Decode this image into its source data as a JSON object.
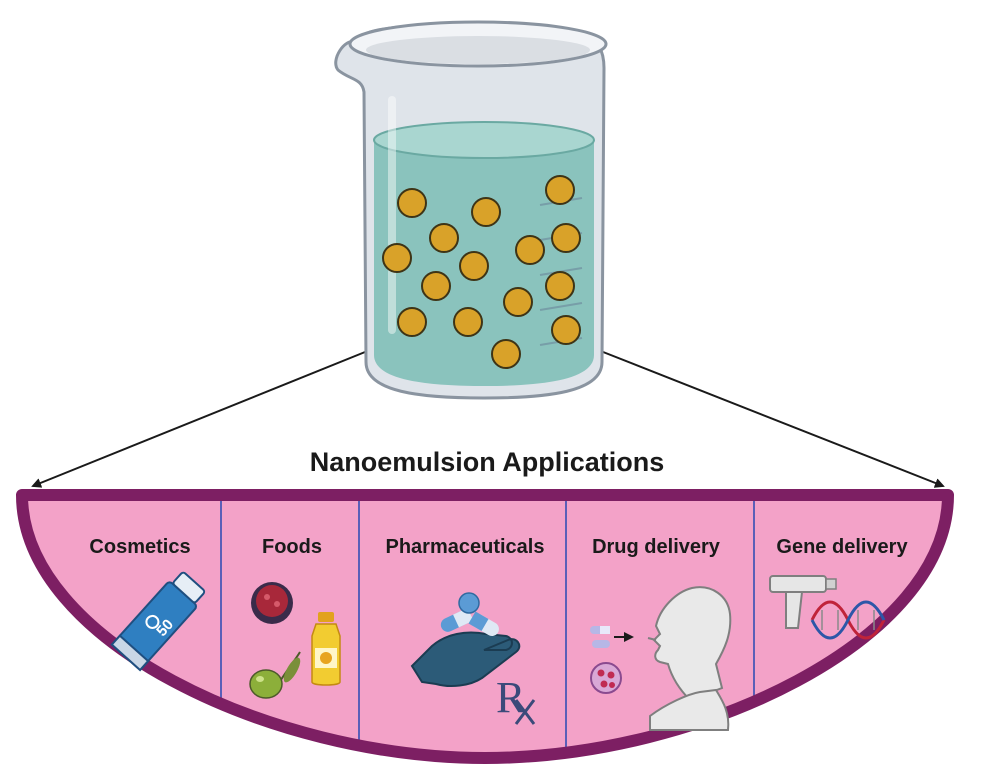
{
  "title": "Nanoemulsion Applications",
  "beaker": {
    "liquid_color": "#8ac3bd",
    "droplet_color": "#d9a229",
    "droplet_icon": "oil-droplet-icon"
  },
  "applications": [
    {
      "label": "Cosmetics",
      "icon": "sunscreen-tube-icon",
      "detail": "50"
    },
    {
      "label": "Foods",
      "icon": "food-items-icon"
    },
    {
      "label": "Pharmaceuticals",
      "icon": "hand-with-pills-icon",
      "detail": "R"
    },
    {
      "label": "Drug delivery",
      "icon": "oral-drug-delivery-icon"
    },
    {
      "label": "Gene delivery",
      "icon": "gene-gun-dna-icon"
    }
  ],
  "colors": {
    "panel_fill": "#f3a2c8",
    "panel_border": "#7d1f63",
    "divider": "#5a5fb8"
  }
}
